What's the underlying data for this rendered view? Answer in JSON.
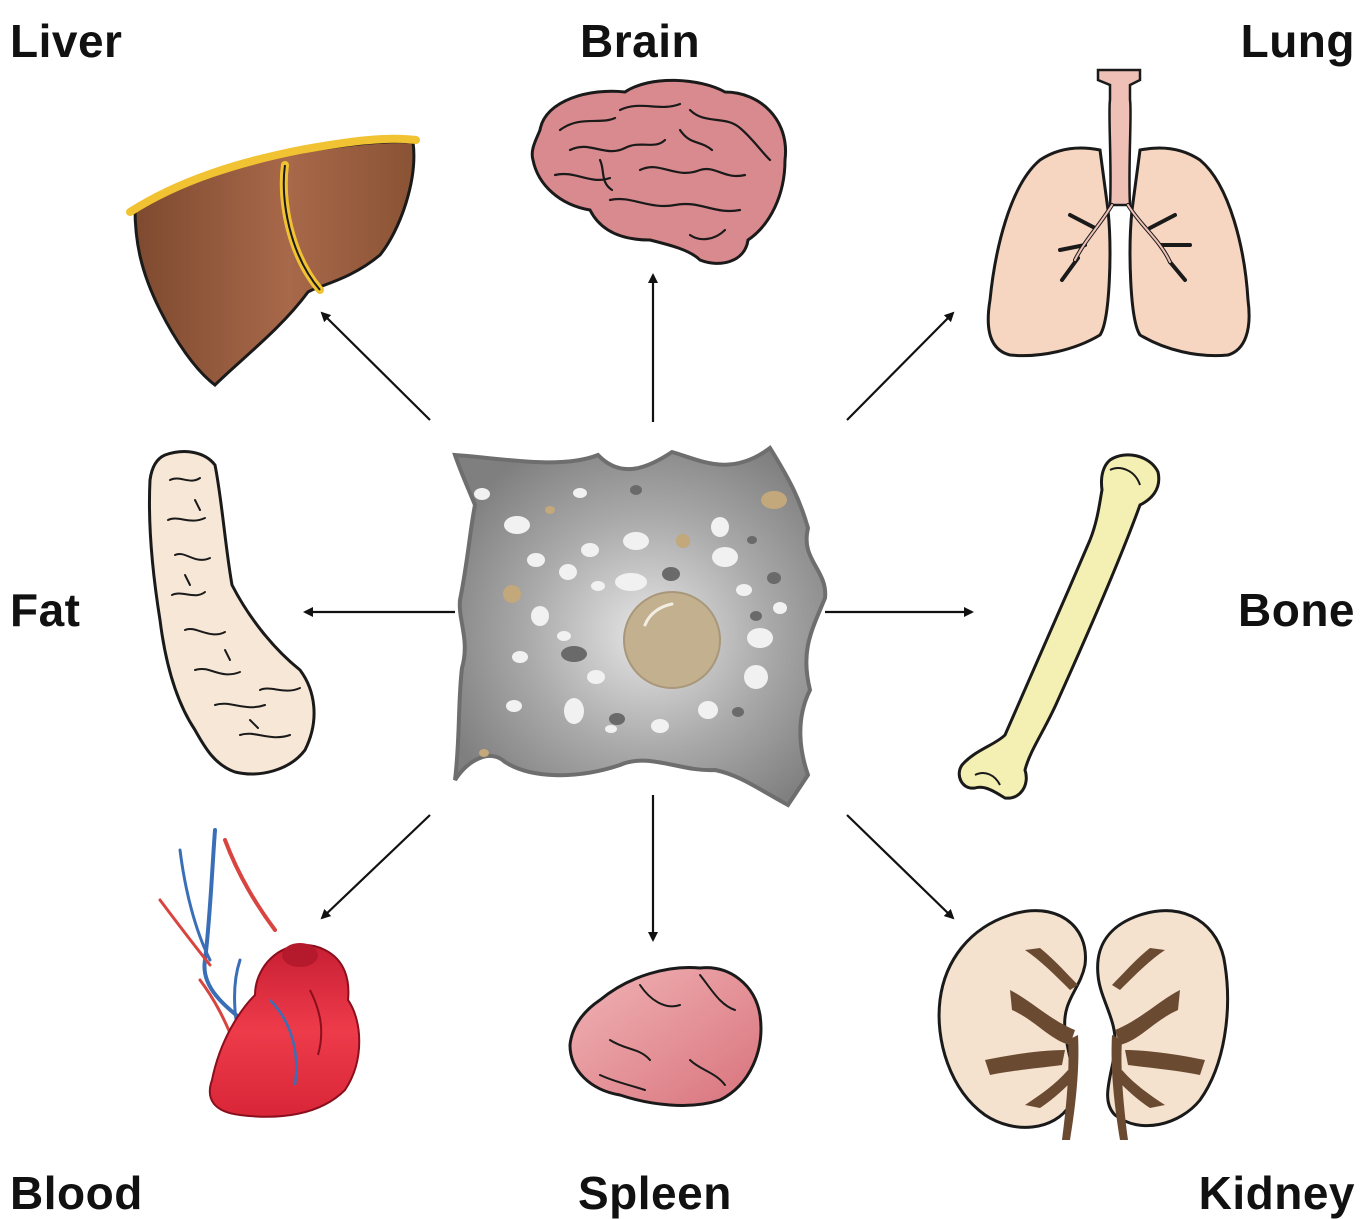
{
  "labels": {
    "liver": "Liver",
    "brain": "Brain",
    "lung": "Lung",
    "fat": "Fat",
    "bone": "Bone",
    "blood": "Blood",
    "spleen": "Spleen",
    "kidney": "Kidney"
  },
  "colors": {
    "cell_body": "#8f8f8f",
    "nucleus": "#c2b08e",
    "liver": "#8b5236",
    "liver_fat": "#f2c230",
    "brain": "#d9888c",
    "lung": "#f6d7c3",
    "trachea": "#efc0b6",
    "bone": "#f5f0b5",
    "fat": "#f6e8da",
    "heart": "#e02a3c",
    "vein_blue": "#3a6fb7",
    "artery_red": "#d8443f",
    "spleen": "#e48f95",
    "kidney_cortex": "#f4e2cf",
    "kidney_medulla": "#6b4a32",
    "arrow": "#111111"
  },
  "icons": [
    "cell-icon",
    "liver-icon",
    "brain-icon",
    "lung-icon",
    "fat-icon",
    "bone-icon",
    "heart-icon",
    "spleen-icon",
    "kidney-icon"
  ]
}
